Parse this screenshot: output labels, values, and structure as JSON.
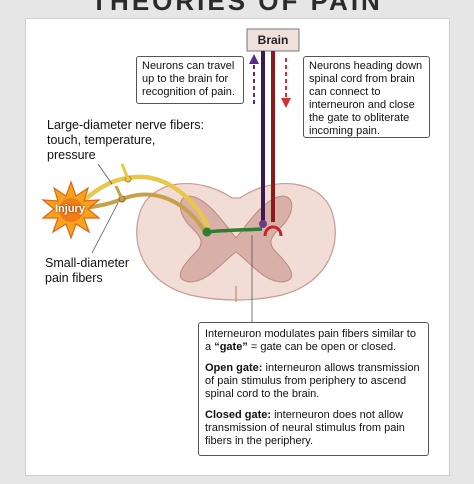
{
  "page": {
    "title": "THEORIES OF PAIN"
  },
  "diagram": {
    "brain_label": "Brain",
    "note_up": "Neurons can travel up to the brain for recognition of pain.",
    "note_down": "Neurons heading down spinal cord from brain can connect to interneuron and close the gate to obliterate incoming pain.",
    "large_fibers_label": "Large-diameter nerve fibers: touch, temperature, pressure",
    "injury_label": "Injury",
    "small_fibers_label": "Small-diameter pain fibers",
    "gate_box": {
      "intro_1": "Interneuron modulates pain fibers similar to a ",
      "intro_gate": "“gate”",
      "intro_2": " = gate can be open or closed.",
      "open_title": "Open gate:",
      "open_text": " interneuron allows transmission of pain stimulus from periphery to ascend spinal cord to the brain.",
      "closed_title": "Closed gate:",
      "closed_text": " interneuron does not allow transmission of neural stimulus from pain fibers in the periphery."
    },
    "colors": {
      "ascending_neuron": "#3b1a4f",
      "descending_neuron": "#8b1a1a",
      "large_fiber": "#e8c84a",
      "small_fiber": "#c7a14a",
      "interneuron": "#2e7d32",
      "gray_matter": "#d9b0a8",
      "white_matter": "#f2ddd6",
      "injury": "#f07d1a"
    }
  }
}
